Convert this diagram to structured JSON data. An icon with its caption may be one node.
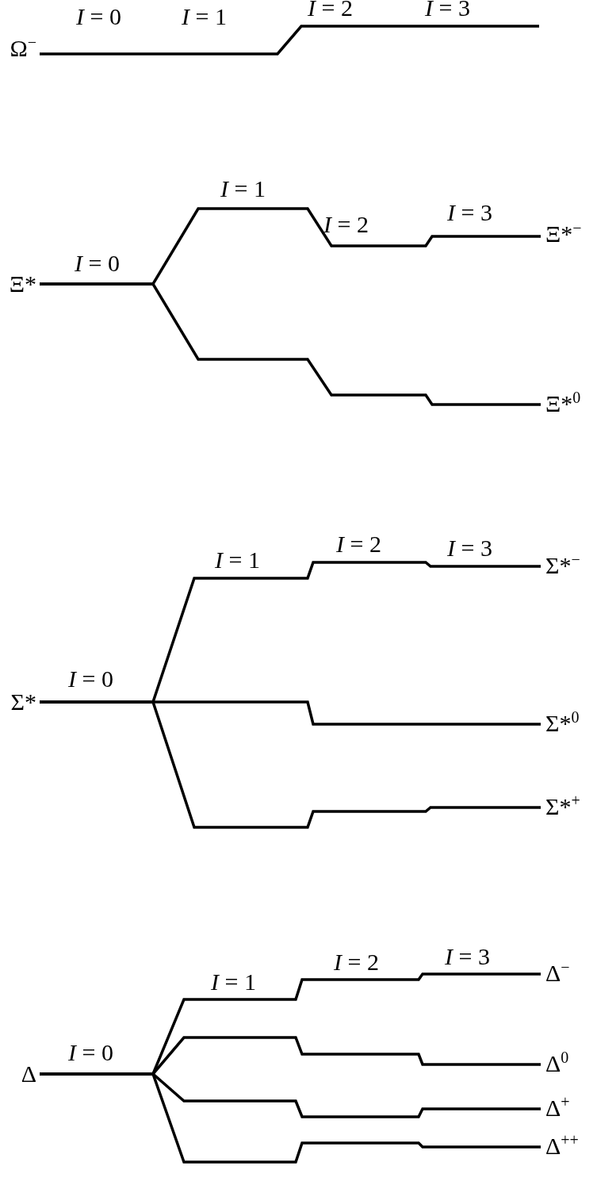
{
  "diagram": {
    "nodes": [
      {
        "text": [
          "Ω$^{−}$"
        ]
      },
      {
        "text": [
          "Ξ*"
        ]
      },
      {
        "text": [
          "Ξ*$^{−}$"
        ]
      },
      {
        "text": [
          "Ξ*$^{0}$"
        ]
      },
      {
        "text": [
          "Σ*"
        ]
      },
      {
        "text": [
          "Σ*$^{−}$"
        ]
      },
      {
        "text": [
          "Σ*$^{0}$"
        ]
      },
      {
        "text": [
          "Σ*$^{+}$"
        ]
      },
      {
        "text": [
          "Δ"
        ]
      },
      {
        "text": [
          "Δ$^{−}$"
        ]
      },
      {
        "text": [
          "Δ$^{0}$"
        ]
      },
      {
        "text": [
          "Δ$^{+}$"
        ]
      },
      {
        "text": [
          "Δ$^{++}$"
        ]
      }
    ],
    "edges": [
      {
        "from": 0,
        "to": null,
        "arrow": "none"
      },
      {
        "from": 1,
        "to": 2,
        "arrow": "none"
      },
      {
        "from": 1,
        "to": 3,
        "arrow": "none"
      },
      {
        "from": 4,
        "to": 5,
        "arrow": "none"
      },
      {
        "from": 4,
        "to": 6,
        "arrow": "none"
      },
      {
        "from": 4,
        "to": 7,
        "arrow": "none"
      },
      {
        "from": 8,
        "to": 9,
        "arrow": "none"
      },
      {
        "from": 8,
        "to": 10,
        "arrow": "none"
      },
      {
        "from": 8,
        "to": 11,
        "arrow": "none"
      },
      {
        "from": 8,
        "to": 12,
        "arrow": "none"
      }
    ],
    "labels": [
      "*I* = 0",
      "*I* = 1",
      "*I* = 2",
      "*I* = 3",
      "*I* = 1",
      "*I* = 0",
      "*I* = 2",
      "*I* = 3",
      "*I* = 1",
      "*I* = 2",
      "*I* = 3",
      "*I* = 0",
      "*I* = 1",
      "*I* = 2",
      "*I* = 3",
      "*I* = 0"
    ]
  }
}
